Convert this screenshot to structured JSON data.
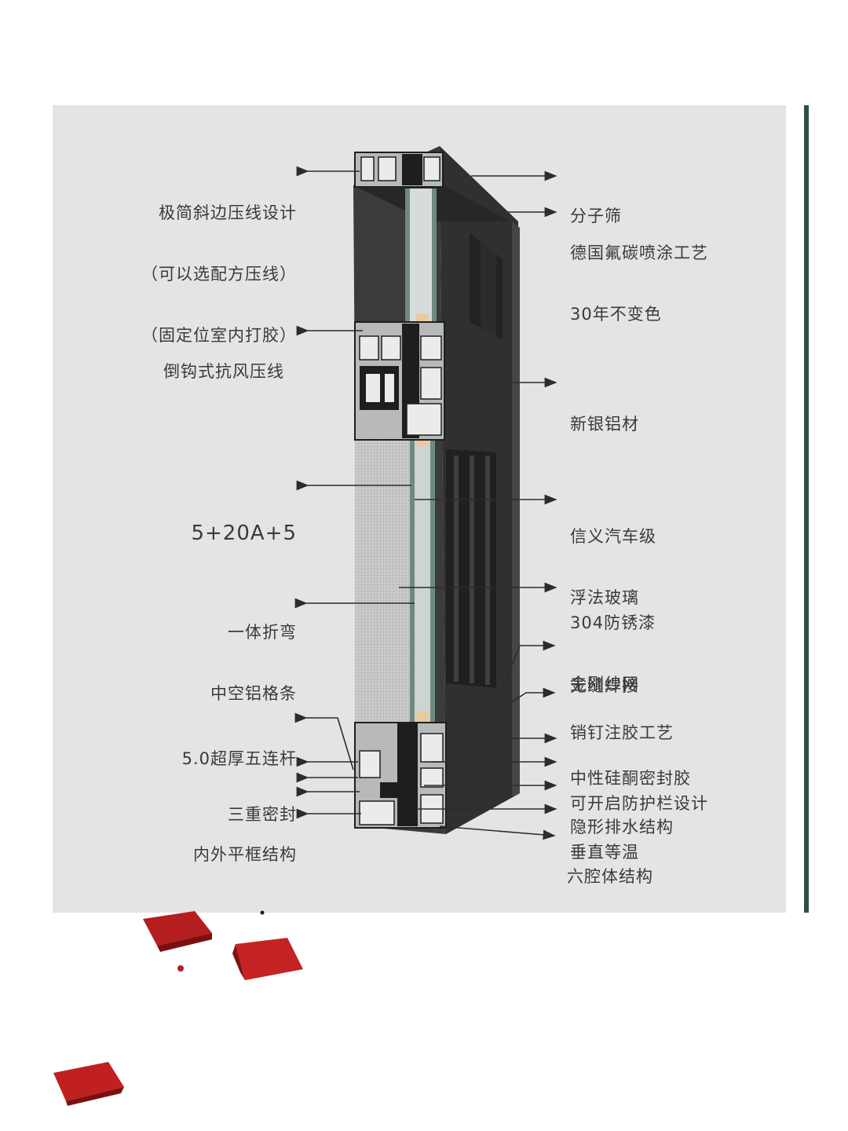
{
  "colors": {
    "panel": "#e3e4e3",
    "frame": "#2f302f",
    "frame_side": "#3d3e3d",
    "accent_line": "#2e5041",
    "brick": "#b51e1e",
    "label_text": "#3a3a3a"
  },
  "labels_left": [
    {
      "id": "slant-bead",
      "lines": [
        "极简斜边压线设计",
        "（可以选配方压线）",
        "（固定位室内打胶）"
      ]
    },
    {
      "id": "wind-bead",
      "lines": [
        "倒钩式抗风压线"
      ]
    },
    {
      "id": "glass-spec",
      "lines": [
        "5+20A+5"
      ]
    },
    {
      "id": "spacer",
      "lines": [
        "一体折弯",
        "中空铝格条"
      ]
    },
    {
      "id": "linkage",
      "lines": [
        "5.0超厚五连杆"
      ]
    },
    {
      "id": "triple-seal",
      "lines": [
        "三重密封"
      ]
    },
    {
      "id": "flush-frame",
      "lines": [
        "内外平框结构"
      ]
    }
  ],
  "labels_right": [
    {
      "id": "molecular-sieve",
      "lines": [
        "分子筛"
      ]
    },
    {
      "id": "coating",
      "lines": [
        "德国氟碳喷涂工艺",
        "30年不变色"
      ]
    },
    {
      "id": "aluminum",
      "lines": [
        "新银铝材"
      ]
    },
    {
      "id": "glass",
      "lines": [
        "信义汽车级",
        "浮法玻璃"
      ]
    },
    {
      "id": "screen",
      "lines": [
        "304防锈漆",
        "金刚纱网"
      ]
    },
    {
      "id": "welding",
      "lines": [
        "无缝焊接"
      ]
    },
    {
      "id": "pin-glue",
      "lines": [
        "销钉注胶工艺"
      ]
    },
    {
      "id": "sealant",
      "lines": [
        "中性硅酮密封胶"
      ]
    },
    {
      "id": "guardrail",
      "lines": [
        "可开启防护栏设计"
      ]
    },
    {
      "id": "drainage",
      "lines": [
        "隐形排水结构"
      ]
    },
    {
      "id": "isotherm",
      "lines": [
        "垂直等温"
      ]
    },
    {
      "id": "six-chamber",
      "lines": [
        "六腔体结构"
      ]
    }
  ]
}
